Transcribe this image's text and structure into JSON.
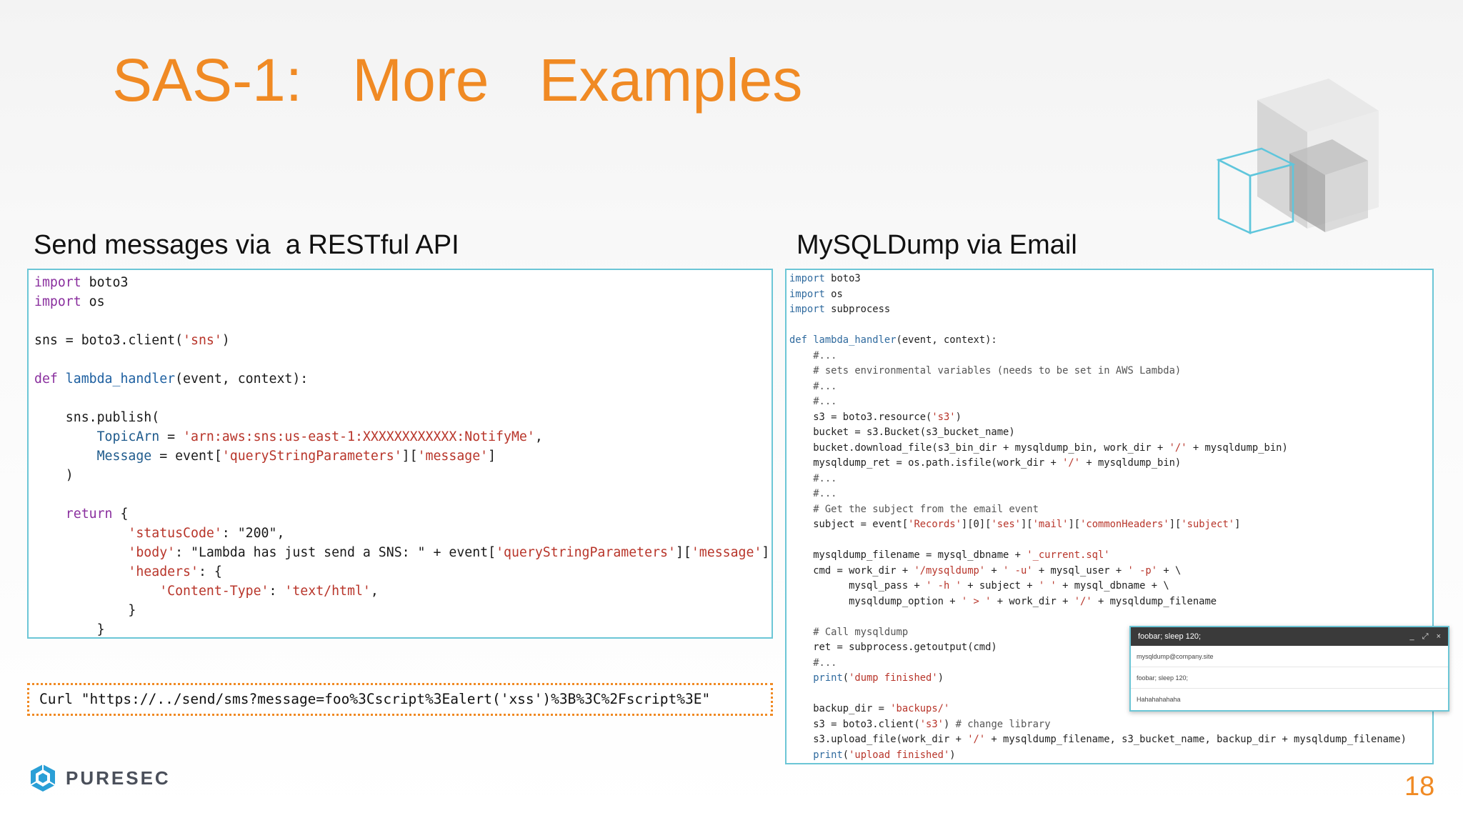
{
  "slide": {
    "title": "SAS-1:   More   Examples",
    "page_number": "18"
  },
  "left_panel": {
    "heading": "Send messages via  a RESTful API",
    "code": {
      "l01_kw": "import",
      "l01_rest": " boto3",
      "l02_kw": "import",
      "l02_rest": " os",
      "l04_a": "sns = boto3.client(",
      "l04_s": "'sns'",
      "l04_b": ")",
      "l06_kw": "def",
      "l06_fn": " lambda_handler",
      "l06_rest": "(event, context):",
      "l08": "    sns.publish(",
      "l09_p": "        TopicArn",
      "l09_a": " = ",
      "l09_s": "'arn:aws:sns:us-east-1:XXXXXXXXXXXX:NotifyMe'",
      "l09_b": ",",
      "l10_p": "        Message",
      "l10_a": " = event[",
      "l10_s1": "'queryStringParameters'",
      "l10_b": "][",
      "l10_s2": "'message'",
      "l10_c": "]",
      "l11": "    )",
      "l13_kw": "    return",
      "l13_rest": " {",
      "l14_k": "            'statusCode'",
      "l14_a": ": ",
      "l14_v": "\"200\"",
      "l14_b": ",",
      "l15_k": "            'body'",
      "l15_a": ": ",
      "l15_v": "\"Lambda has just send a SNS: \"",
      "l15_b": " + event[",
      "l15_s1": "'queryStringParameters'",
      "l15_c": "][",
      "l15_s2": "'message'",
      "l15_d": "],",
      "l16_k": "            'headers'",
      "l16_a": ": {",
      "l17_k": "                'Content-Type'",
      "l17_a": ": ",
      "l17_v": "'text/html'",
      "l17_b": ",",
      "l18": "            }",
      "l19": "        }"
    },
    "curl": "Curl \"https://../send/sms?message=foo%3Cscript%3Ealert('xss')%3B%3C%2Fscript%3E\""
  },
  "right_panel": {
    "heading": "MySQLDump via Email",
    "code": {
      "r01_kw": "import",
      "r01_rest": " boto3",
      "r02_kw": "import",
      "r02_rest": " os",
      "r03_kw": "import",
      "r03_rest": " subprocess",
      "r05_kw": "def",
      "r05_fn": " lambda_handler",
      "r05_rest": "(event, context):",
      "r06": "    #...",
      "r07": "    # sets environmental variables (needs to be set in AWS Lambda)",
      "r08": "    #...",
      "r09": "    #...",
      "r10_a": "    s3 = boto3.resource(",
      "r10_s": "'s3'",
      "r10_b": ")",
      "r11": "    bucket = s3.Bucket(s3_bucket_name)",
      "r12_a": "    bucket.download_file(s3_bin_dir + mysqldump_bin, work_dir + ",
      "r12_s": "'/'",
      "r12_b": " + mysqldump_bin)",
      "r13_a": "    mysqldump_ret = os.path.isfile(work_dir + ",
      "r13_s": "'/'",
      "r13_b": " + mysqldump_bin)",
      "r14": "    #...",
      "r15": "    #...",
      "r16": "    # Get the subject from the email event",
      "r17_a": "    subject = event[",
      "r17_s1": "'Records'",
      "r17_b": "][0][",
      "r17_s2": "'ses'",
      "r17_c": "][",
      "r17_s3": "'mail'",
      "r17_d": "][",
      "r17_s4": "'commonHeaders'",
      "r17_e": "][",
      "r17_s5": "'subject'",
      "r17_f": "]",
      "r19_a": "    mysqldump_filename = mysql_dbname + ",
      "r19_s": "'_current.sql'",
      "r20_a": "    cmd = work_dir + ",
      "r20_s1": "'/mysqldump'",
      "r20_b": " + ",
      "r20_s2": "' -u'",
      "r20_c": " + mysql_user + ",
      "r20_s3": "' -p'",
      "r20_d": " + \\",
      "r21_a": "          mysql_pass + ",
      "r21_s1": "' -h '",
      "r21_b": " + subject + ",
      "r21_s2": "' '",
      "r21_c": " + mysql_dbname + \\",
      "r22_a": "          mysqldump_option + ",
      "r22_s1": "' > '",
      "r22_b": " + work_dir + ",
      "r22_s2": "'/'",
      "r22_c": " + mysqldump_filename",
      "r24": "    # Call mysqldump",
      "r25": "    ret = subprocess.getoutput(cmd)",
      "r26": "    #...",
      "r27_kw": "    print",
      "r27_a": "(",
      "r27_s": "'dump finished'",
      "r27_b": ")",
      "r29_a": "    backup_dir = ",
      "r29_s": "'backups/'",
      "r30_a": "    s3 = boto3.client(",
      "r30_s": "'s3'",
      "r30_b": ") ",
      "r30_c": "# change library",
      "r31_a": "    s3.upload_file(work_dir + ",
      "r31_s": "'/'",
      "r31_b": " + mysqldump_filename, s3_bucket_name, backup_dir + mysqldump_filename)",
      "r32_kw": "    print",
      "r32_a": "(",
      "r32_s": "'upload finished'",
      "r32_b": ")"
    },
    "email": {
      "subject": "foobar; sleep 120;",
      "to": "mysqldump@company.site",
      "subject_field": "foobar; sleep 120;",
      "body": "Hahahahahaha",
      "controls": [
        "_",
        "⤢",
        "×"
      ]
    }
  },
  "footer": {
    "brand": "PURESEC"
  },
  "colors": {
    "accent": "#f08a24",
    "box_border": "#6cc6d6",
    "logo": "#2a9fd6"
  }
}
